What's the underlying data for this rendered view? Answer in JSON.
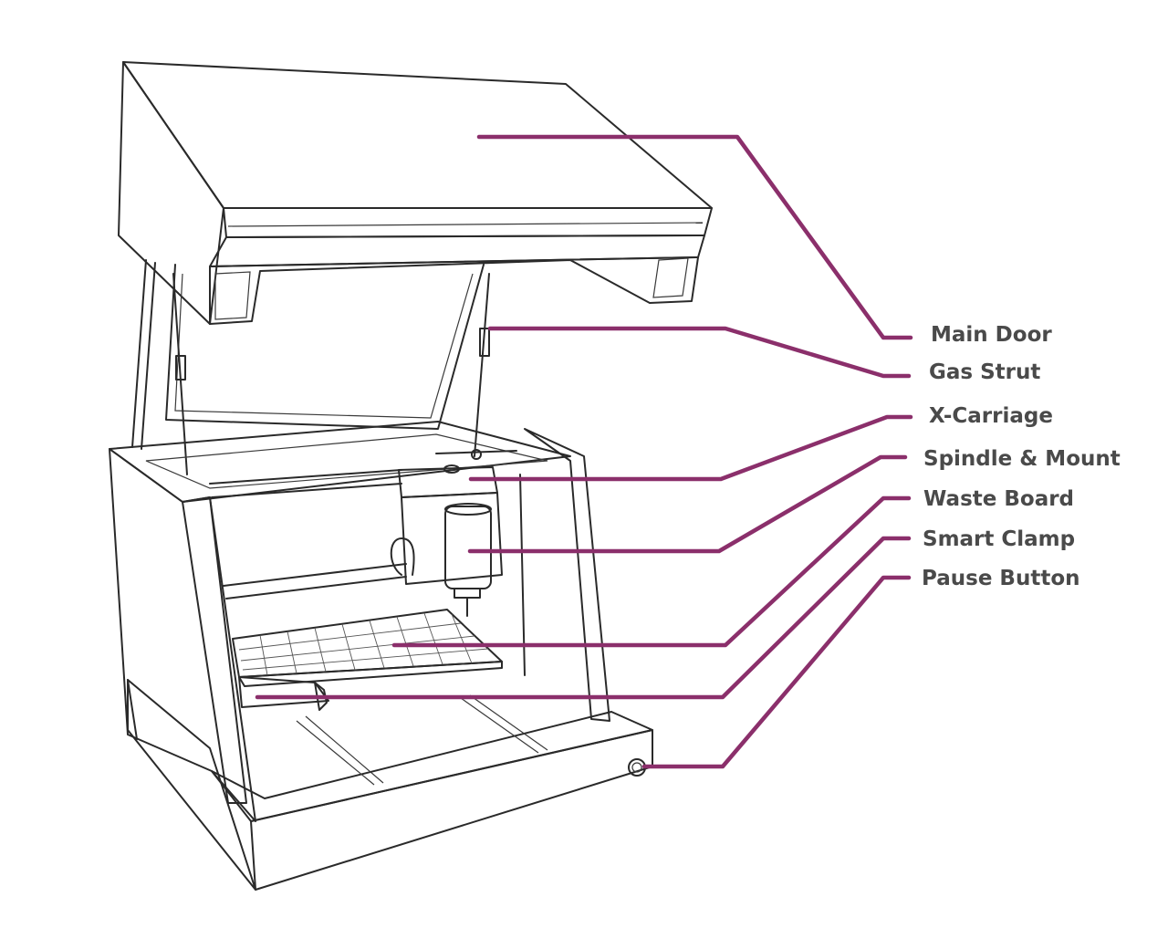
{
  "colors": {
    "leader": "#8b2f6b",
    "outline": "#2a2a2a",
    "label": "#4a4a4a"
  },
  "labels": [
    "Main Door",
    "Gas Strut",
    "X-Carriage",
    "Spindle & Mount",
    "Waste Board",
    "Smart Clamp",
    "Pause Button"
  ]
}
